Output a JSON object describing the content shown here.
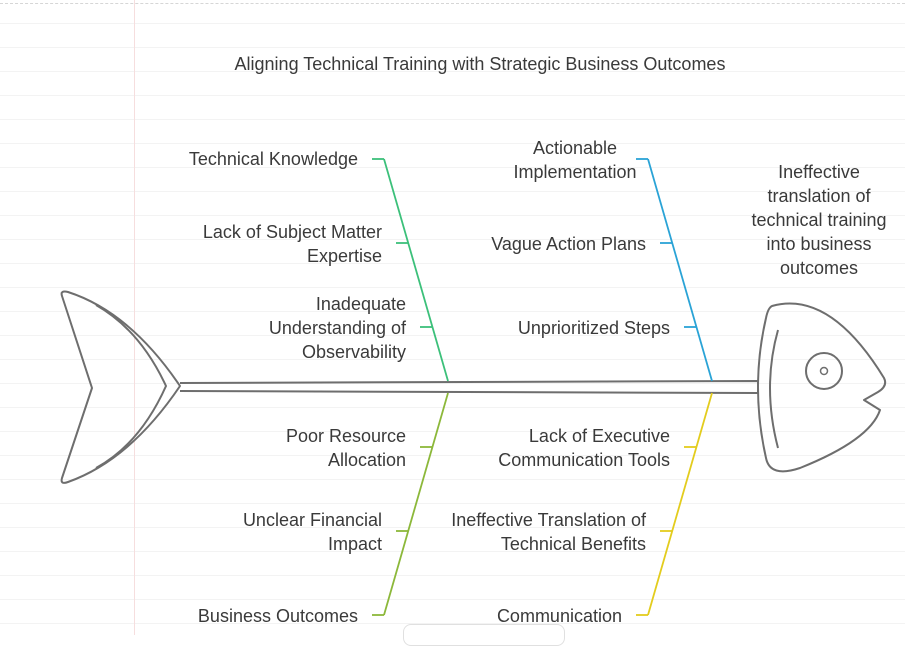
{
  "title": "Aligning Technical Training with Strategic Business Outcomes",
  "problem": "Ineffective translation of technical training into business outcomes",
  "categories": {
    "top_left": {
      "name": "Technical Knowledge",
      "causes": [
        "Lack of Subject Matter Expertise",
        "Inadequate Understanding of Observability"
      ],
      "color": "#3cc07a"
    },
    "top_right": {
      "name": "Actionable Implementation",
      "causes": [
        "Vague Action Plans",
        "Unprioritized Steps"
      ],
      "color": "#2aa3d6"
    },
    "bottom_left": {
      "name": "Business Outcomes",
      "causes": [
        "Poor Resource Allocation",
        "Unclear Financial Impact"
      ],
      "color": "#8cb83a"
    },
    "bottom_right": {
      "name": "Communication",
      "causes": [
        "Lack of Executive Communication Tools",
        "Ineffective Translation of Technical Benefits"
      ],
      "color": "#e3cc1d"
    }
  },
  "colors": {
    "outline": "#6e6e6e",
    "text": "#3a3a3a"
  }
}
